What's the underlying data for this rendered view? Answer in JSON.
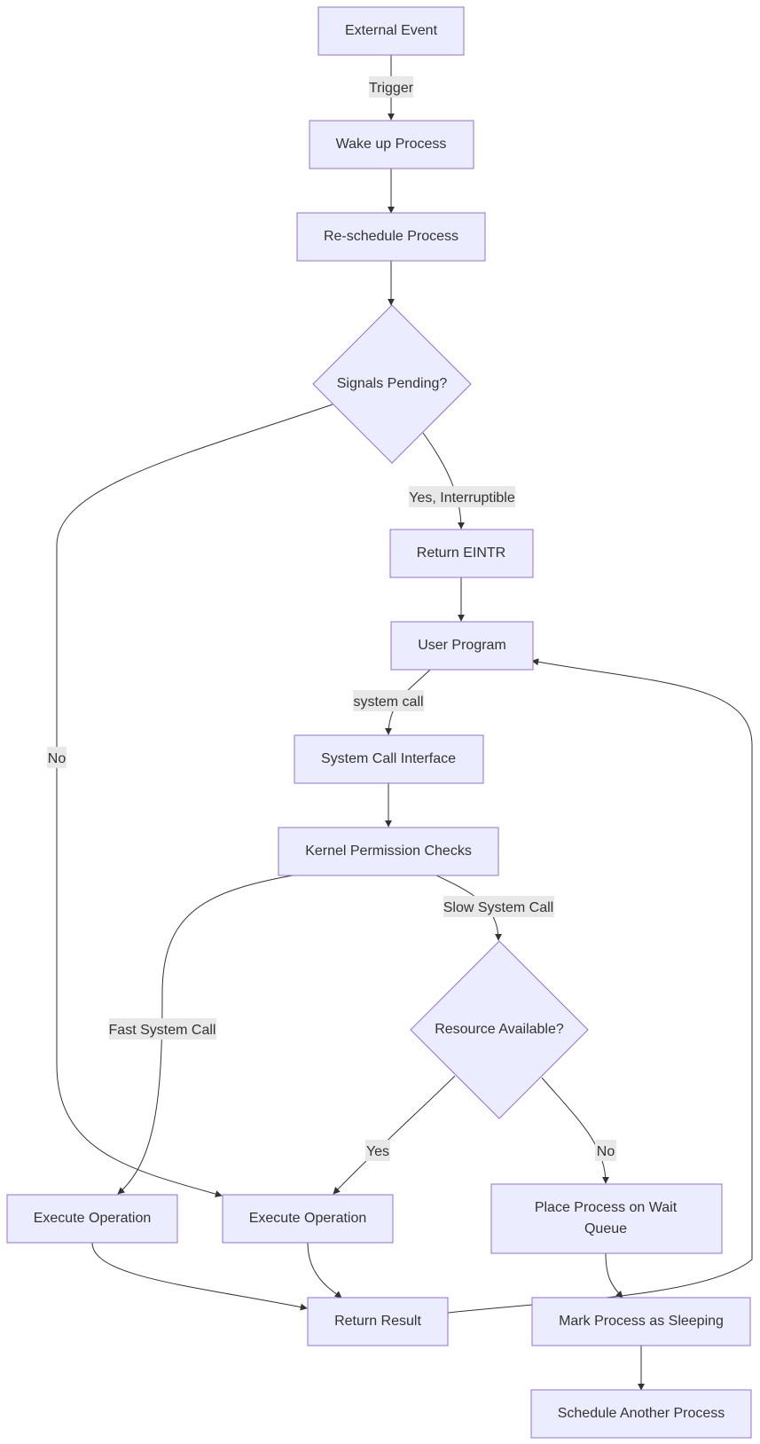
{
  "nodes": {
    "external_event": "External Event",
    "wake_up": "Wake up Process",
    "reschedule": "Re-schedule Process",
    "signals_pending": "Signals Pending?",
    "return_eintr": "Return EINTR",
    "user_program": "User Program",
    "syscall_interface": "System Call Interface",
    "kernel_checks": "Kernel Permission Checks",
    "resource_available": "Resource Available?",
    "execute_op_fast": "Execute Operation",
    "execute_op_yes": "Execute Operation",
    "wait_queue_line1": "Place Process on Wait",
    "wait_queue_line2": "Queue",
    "return_result": "Return Result",
    "mark_sleeping": "Mark Process as Sleeping",
    "schedule_another": "Schedule Another Process"
  },
  "edge_labels": {
    "trigger": "Trigger",
    "yes_interruptible": "Yes, Interruptible",
    "no_signals": "No",
    "system_call": "system call",
    "slow_system_call": "Slow System Call",
    "fast_system_call": "Fast System Call",
    "yes_resource": "Yes",
    "no_resource": "No"
  },
  "colors": {
    "node_fill": "#ECECFF",
    "node_stroke": "#9370DB",
    "edge": "#333333",
    "label_bg": "#E8E8E8"
  }
}
